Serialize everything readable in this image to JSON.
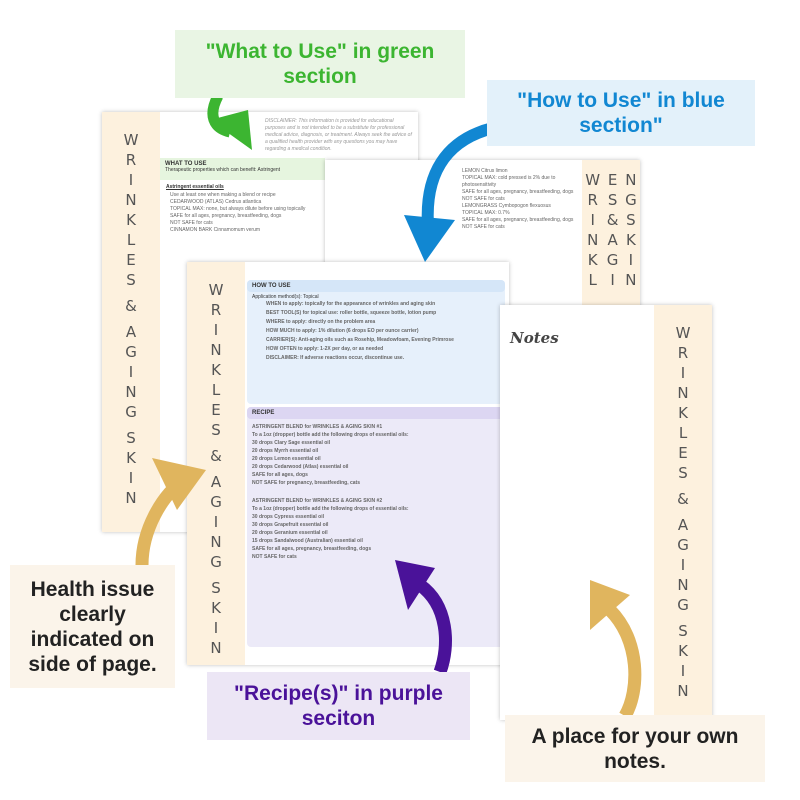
{
  "strip_text": [
    "W",
    "R",
    "I",
    "N",
    "K",
    "L",
    "E",
    "S",
    "&",
    "A",
    "G",
    "I",
    "N",
    "G",
    "S",
    "K",
    "I",
    "N"
  ],
  "page1": {
    "disclaimer": "DISCLAIMER: This information is provided for educational purposes and is not intended to be a substitute for professional medical advice, diagnosis, or treatment. Always seek the advice of a qualified health provider with any questions you may have regarding a medical condition.",
    "what_title": "WHAT TO USE",
    "what_sub": "Therapeutic properties which can benefit: Astringent",
    "oils_title": "Astringent essential oils",
    "lines": [
      "Use at least one when making a blend or recipe",
      "CEDARWOOD (ATLAS) Cedrus atlantica",
      "TOPICAL MAX: none, but always dilute before using topically",
      "SAFE for all ages, pregnancy, breastfeeding, dogs",
      "NOT SAFE for cats",
      "CINNAMON BARK Cinnamomum verum"
    ]
  },
  "page2": {
    "lines": [
      "LEMON Citrus limon",
      "TOPICAL MAX: cold pressed is 2% due to photosensitivity",
      "SAFE for all ages, pregnancy, breastfeeding, dogs",
      "NOT SAFE for cats",
      "LEMONGRASS Cymbopogon flexuosus",
      "TOPICAL MAX: 0.7%",
      "SAFE for all ages, pregnancy, breastfeeding, dogs",
      "NOT SAFE for cats"
    ]
  },
  "page3": {
    "how_title": "HOW TO USE",
    "how_sub": "Application method(s): Topical",
    "how_lines": [
      "WHEN to apply: topically for the appearance of wrinkles and aging skin",
      "BEST TOOL(S) for topical use: roller bottle, squeeze bottle, lotion pump",
      "WHERE to apply: directly on the problem area",
      "HOW MUCH to apply: 1% dilution (6 drops EO per ounce carrier)",
      "CARRIER(S): Anti-aging oils such as Rosehip, Meadowfoam, Evening Primrose",
      "HOW OFTEN to apply: 1-2X per day, or as needed",
      "DISCLAIMER: If adverse reactions occur, discontinue use."
    ],
    "recipe_title": "RECIPE",
    "recipe1": [
      "ASTRINGENT BLEND for WRINKLES & AGING SKIN #1",
      "To a 1oz (dropper) bottle add the following drops of essential oils:",
      "30 drops Clary Sage essential oil",
      "20 drops Myrrh essential oil",
      "20 drops Lemon essential oil",
      "20 drops Cedarwood (Atlas) essential oil",
      "SAFE for all ages, dogs",
      "NOT SAFE for pregnancy, breastfeeding, cats"
    ],
    "recipe2": [
      "ASTRINGENT BLEND for WRINKLES & AGING SKIN #2",
      "To a 1oz (dropper) bottle add the following drops of essential oils:",
      "30 drops Cypress essential oil",
      "30 drops Grapefruit essential oil",
      "20 drops Geranium essential oil",
      "15 drops Sandalwood (Australian) essential oil",
      "SAFE for all ages, pregnancy, breastfeeding, dogs",
      "NOT SAFE for cats"
    ]
  },
  "page4": {
    "title": "Notes"
  },
  "callouts": {
    "green": "\"What to Use\" in green section",
    "blue": "\"How to Use\" in blue section\"",
    "health": "Health issue clearly indicated on side of page.",
    "purple": "\"Recipe(s)\" in purple seciton",
    "notes": "A place for your own notes."
  },
  "colors": {
    "green": "#3cb531",
    "blue": "#1187d2",
    "purple": "#4a1299",
    "tan": "#e0b55e"
  }
}
